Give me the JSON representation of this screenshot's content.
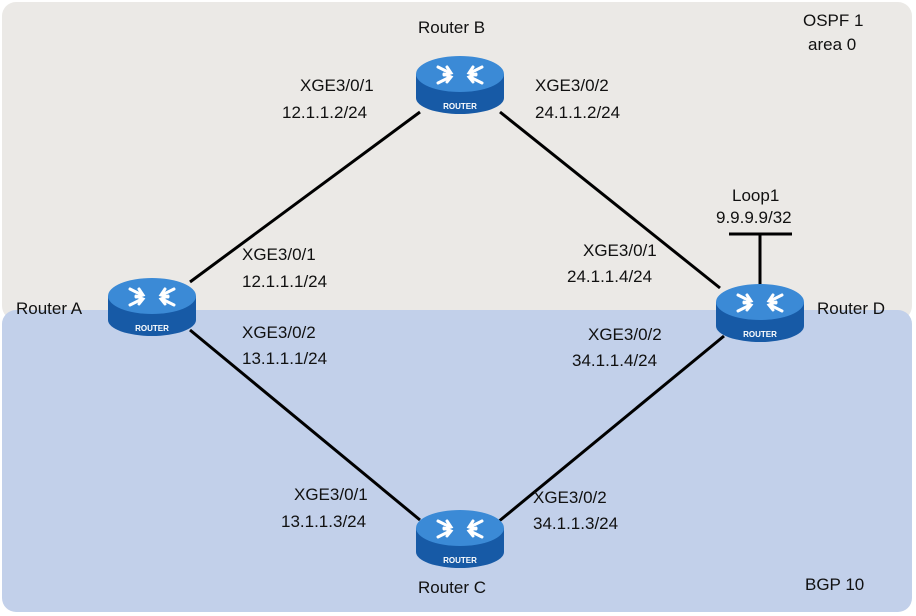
{
  "colors": {
    "ospf_region": "#ebe9e6",
    "bgp_region": "#c2d0ea",
    "router_body": "#1f66b8",
    "router_top": "#3b8ad6",
    "router_text": "#ffffff",
    "link": "#000000"
  },
  "regions": {
    "ospf": {
      "line1": "OSPF 1",
      "line2": "area 0"
    },
    "bgp": {
      "label": "BGP 10"
    }
  },
  "routers": {
    "a": {
      "name": "Router A",
      "tag": "ROUTER"
    },
    "b": {
      "name": "Router B",
      "tag": "ROUTER"
    },
    "c": {
      "name": "Router C",
      "tag": "ROUTER"
    },
    "d": {
      "name": "Router D",
      "tag": "ROUTER"
    }
  },
  "interfaces": {
    "b_ab": {
      "if": "XGE3/0/1",
      "ip": "12.1.1.2/24"
    },
    "b_bd": {
      "if": "XGE3/0/2",
      "ip": "24.1.1.2/24"
    },
    "a_ab": {
      "if": "XGE3/0/1",
      "ip": "12.1.1.1/24"
    },
    "a_ac": {
      "if": "XGE3/0/2",
      "ip": "13.1.1.1/24"
    },
    "d_bd": {
      "if": "XGE3/0/1",
      "ip": "24.1.1.4/24"
    },
    "d_cd": {
      "if": "XGE3/0/2",
      "ip": "34.1.1.4/24"
    },
    "c_ac": {
      "if": "XGE3/0/1",
      "ip": "13.1.1.3/24"
    },
    "c_cd": {
      "if": "XGE3/0/2",
      "ip": "34.1.1.3/24"
    }
  },
  "loopback": {
    "name": "Loop1",
    "ip": "9.9.9.9/32"
  }
}
